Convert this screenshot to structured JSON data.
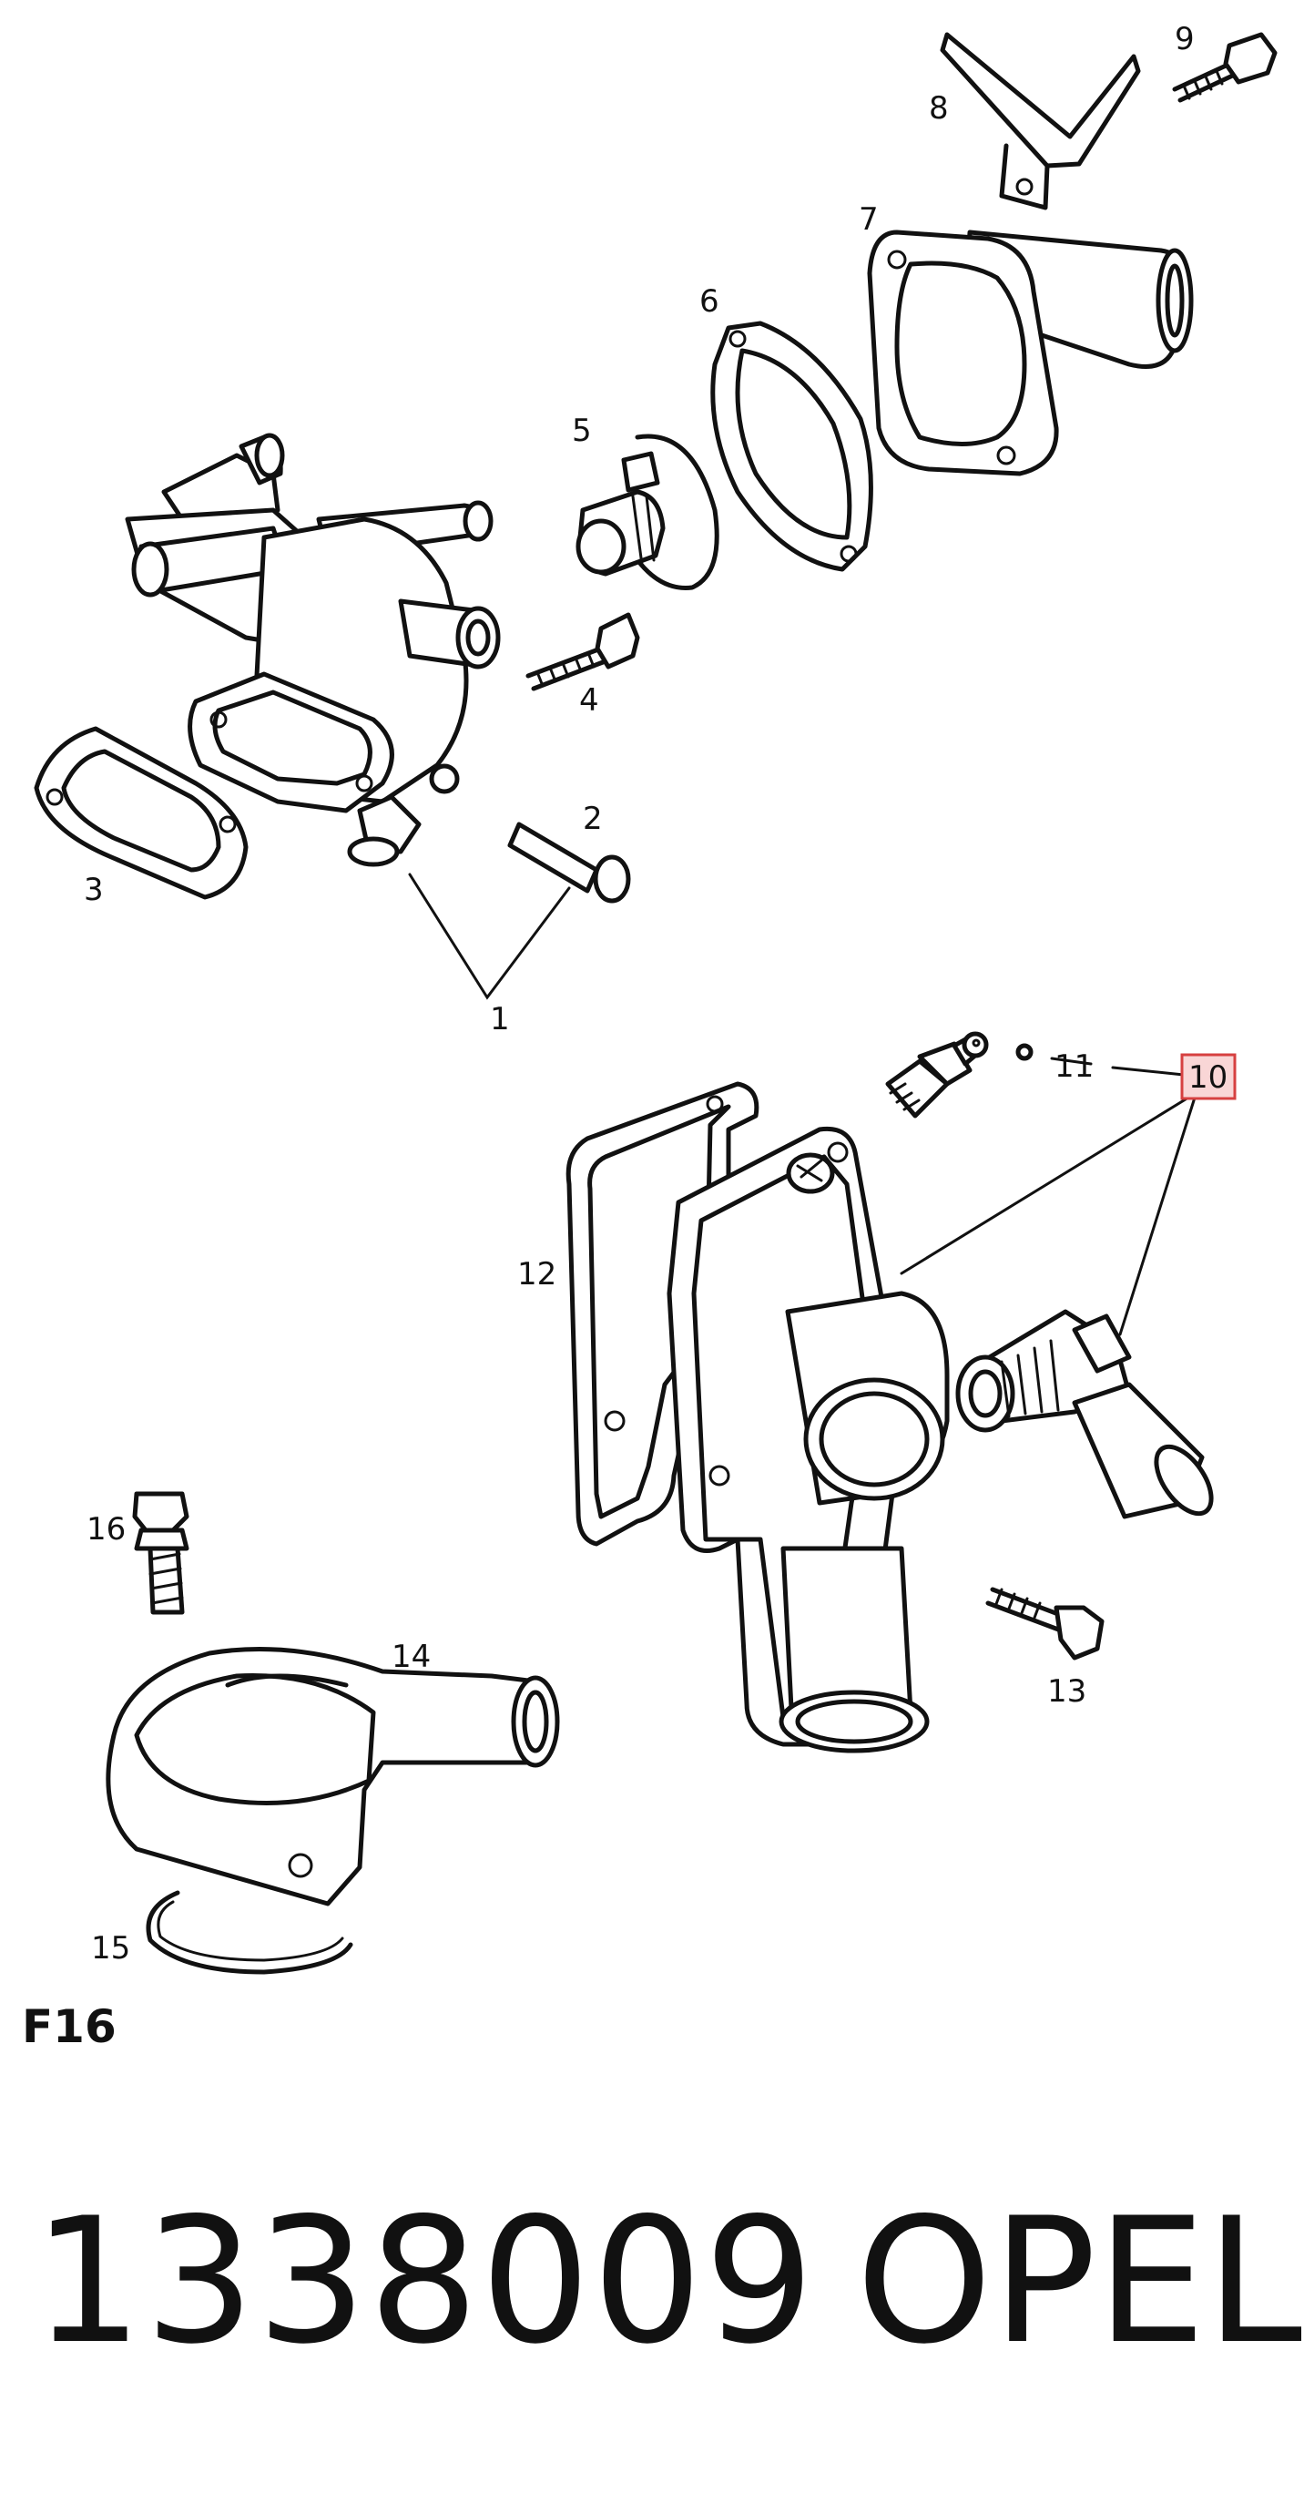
{
  "figure_code": "F16",
  "part_number": "1338009",
  "brand": "OPEL",
  "highlighted_callout": "10",
  "callouts": {
    "c1": "1",
    "c2": "2",
    "c3": "3",
    "c4": "4",
    "c5": "5",
    "c6": "6",
    "c7": "7",
    "c8": "8",
    "c9": "9",
    "c10": "10",
    "c11": "11",
    "c12": "12",
    "c13": "13",
    "c14": "14",
    "c15": "15",
    "c16": "16"
  }
}
